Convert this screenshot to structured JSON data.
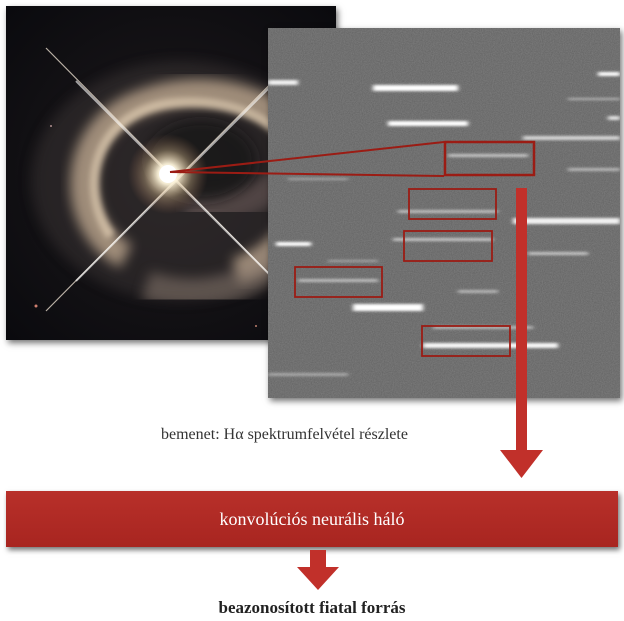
{
  "input_caption": "bemenet: Hα spektrumfelvétel részlete",
  "network_label": "konvolúciós neurális háló",
  "output_caption": "beazonosított fiatal forrás",
  "colors": {
    "arrow_red": "#c1302a",
    "box_red": "#9b1c14",
    "bar_red": "#b22a24"
  },
  "icons": [
    "down-arrow-icon"
  ]
}
